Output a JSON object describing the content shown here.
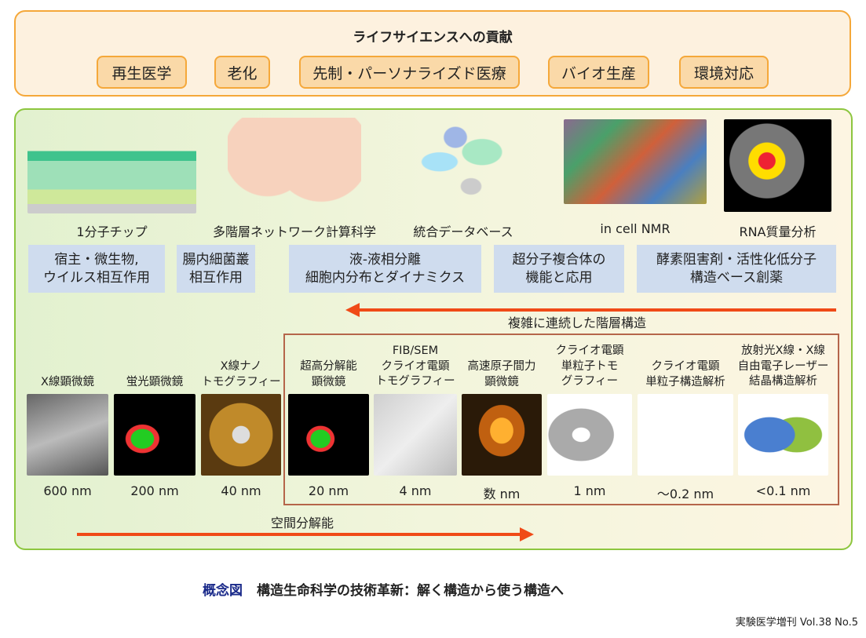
{
  "top": {
    "title": "ライフサイエンスへの貢献",
    "pills": [
      "再生医学",
      "老化",
      "先制・パーソナライズド医療",
      "バイオ生産",
      "環境対応"
    ]
  },
  "methods": {
    "items": [
      "1分子チップ",
      "多階層ネットワーク計算科学",
      "統合データベース",
      "in cell NMR",
      "RNA質量分析"
    ]
  },
  "topics": [
    [
      "宿主・微生物,",
      "ウイルス相互作用"
    ],
    [
      "腸内細菌叢",
      "相互作用"
    ],
    [
      "液-液相分離",
      "細胞内分布とダイナミクス"
    ],
    [
      "超分子複合体の",
      "機能と応用"
    ],
    [
      "酵素阻害剤・活性化低分子",
      "構造ベース創薬"
    ]
  ],
  "hierarchy_arrow_label": "複雑に連続した階層構造",
  "microscopy": [
    {
      "name": [
        "X線顕微鏡"
      ],
      "resolution": "600 nm"
    },
    {
      "name": [
        "蛍光顕微鏡"
      ],
      "resolution": "200 nm"
    },
    {
      "name": [
        "X線ナノ",
        "トモグラフィー"
      ],
      "resolution": "40 nm"
    },
    {
      "name": [
        "超高分解能",
        "顕微鏡"
      ],
      "resolution": "20 nm"
    },
    {
      "name": [
        "FIB/SEM",
        "クライオ電顕",
        "トモグラフィー"
      ],
      "resolution": "4 nm"
    },
    {
      "name": [
        "高速原子間力",
        "顕微鏡"
      ],
      "resolution": "数 nm"
    },
    {
      "name": [
        "クライオ電顕",
        "単粒子トモ",
        "グラフィー"
      ],
      "resolution": "1 nm"
    },
    {
      "name": [
        "クライオ電顕",
        "単粒子構造解析"
      ],
      "resolution": "～0.2 nm"
    },
    {
      "name": [
        "放射光X線・X線",
        "自由電子レーザー",
        "結晶構造解析"
      ],
      "resolution": "<0.1 nm"
    }
  ],
  "resolution_arrow_label": "空間分解能",
  "caption": {
    "label": "概念図",
    "text": "構造生命科学の技術革新：解く構造から使う構造へ"
  },
  "footer": "実験医学増刊 Vol.38 No.5",
  "colors": {
    "accent_orange": "#f5a83a",
    "accent_green": "#8dc63f",
    "arrow": "#f04a17",
    "caption_blue": "#1a2a8a"
  }
}
